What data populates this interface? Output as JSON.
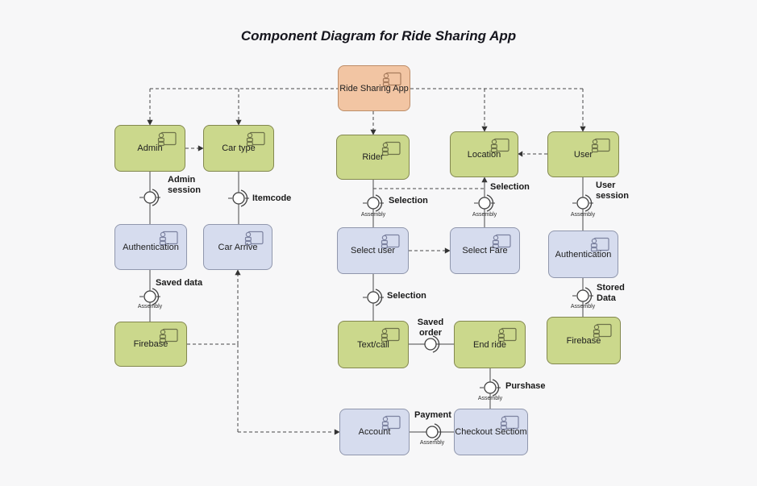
{
  "title": "Component Diagram for Ride Sharing App",
  "components": {
    "ride_sharing_app": "Ride Sharing App",
    "admin": "Admin",
    "car_type": "Car type",
    "rider": "Rider",
    "location": "Location",
    "user": "User",
    "authentication_left": "Authentication",
    "car_arrive": "Car Arrive",
    "select_user": "Select user",
    "select_fare": "Select Fare",
    "authentication_right": "Authentication",
    "firebase_left": "Firebase",
    "text_call": "Text/call",
    "end_ride": "End ride",
    "firebase_right": "Firebase",
    "account": "Account",
    "checkout_section": "Checkout Sectiom"
  },
  "connector_labels": {
    "admin_session": "Admin session",
    "itemcode": "Itemcode",
    "saved_data": "Saved data",
    "selection_rider": "Selection",
    "selection_location": "Selection",
    "selection_select_user": "Selection",
    "user_session": "User session",
    "stored_data": "Stored Data",
    "saved_order": "Saved order",
    "purshase": "Purshase",
    "payment": "Payment",
    "assembly": "Assembly"
  },
  "colors": {
    "background": "#f7f7f8",
    "component_green": "#cbd88c",
    "component_blue": "#d6dcee",
    "component_orange": "#f2c5a3",
    "line": "#4a4a4a"
  }
}
